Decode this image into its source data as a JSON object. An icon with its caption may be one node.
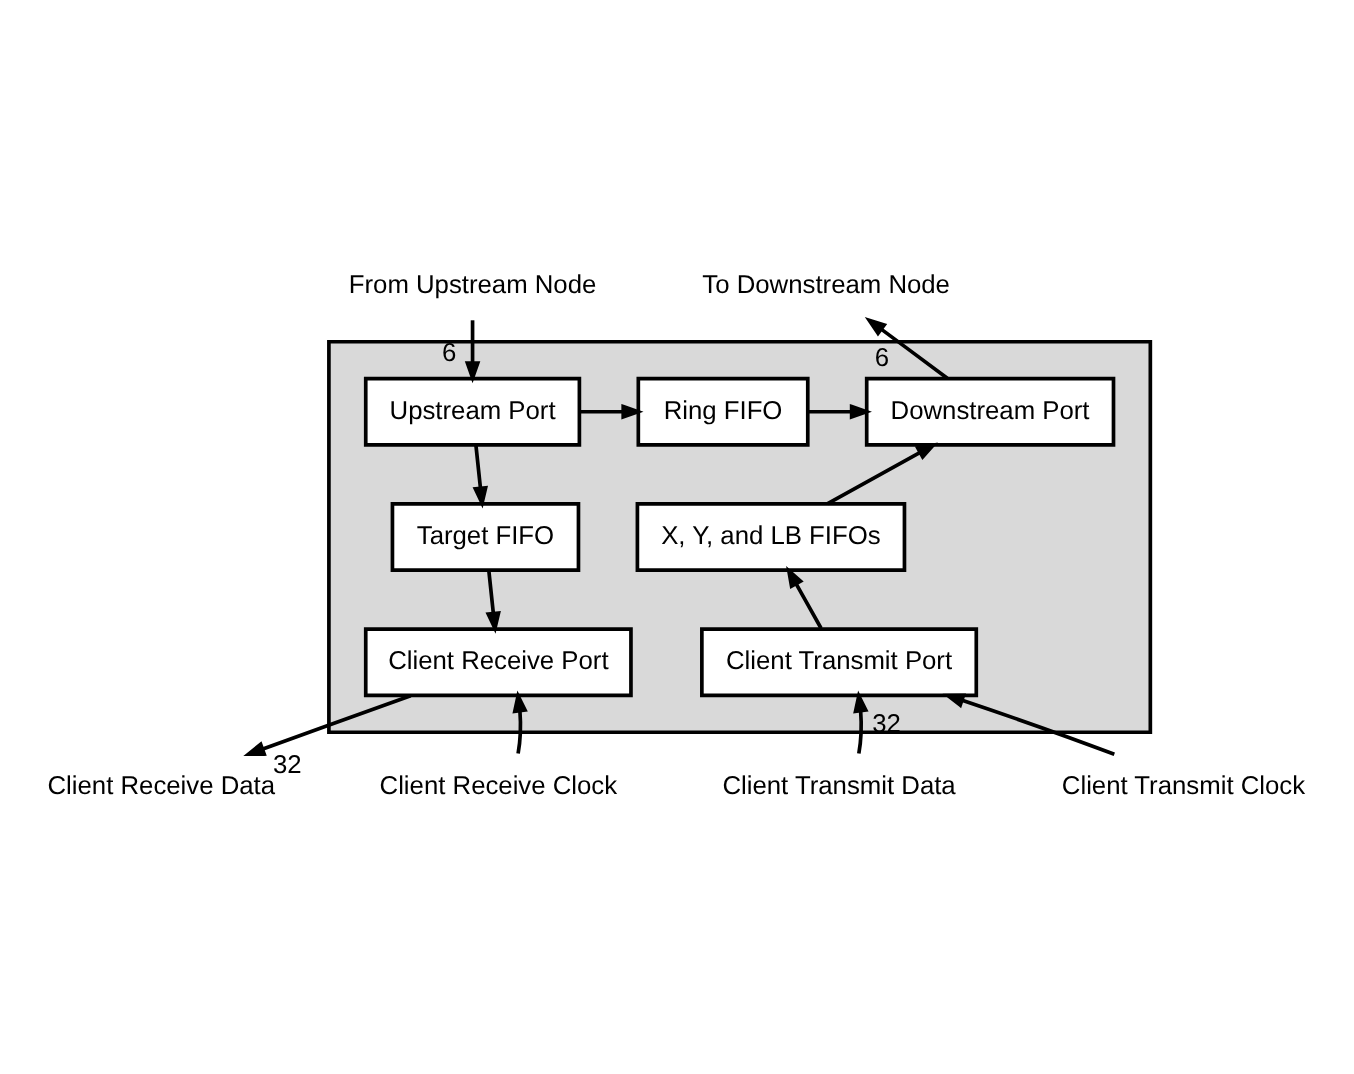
{
  "diagram": {
    "nodes": [
      {
        "text": [],
        "shape": "box"
      },
      {
        "text": [
          "Upstream Port"
        ],
        "in": 0
      },
      {
        "text": [
          "Ring FIFO"
        ],
        "in": 0
      },
      {
        "text": [
          "Downstream Port"
        ],
        "in": 0
      },
      {
        "text": [
          "Target FIFO"
        ],
        "in": 0
      },
      {
        "text": [
          "Client Receive Port"
        ],
        "in": 0
      },
      {
        "text": [
          "X, Y, and LB FIFOs"
        ],
        "in": 0
      },
      {
        "text": [
          "Client Transmit Port"
        ],
        "in": 0
      },
      {
        "text": [
          "From Upstream Node"
        ]
      },
      {
        "text": [
          "To Downstream Node"
        ]
      },
      {
        "text": [
          "Client Receive Data"
        ]
      },
      {
        "text": [
          "Client Receive Clock"
        ]
      },
      {
        "text": [
          "Client Transmit Data"
        ]
      },
      {
        "text": [
          "Client Transmit Clock"
        ]
      }
    ],
    "edges": [
      {
        "from": 8,
        "to": 1,
        "arrow": "to",
        "label": "6"
      },
      {
        "from": 1,
        "to": 2,
        "arrow": "to"
      },
      {
        "from": 2,
        "to": 3,
        "arrow": "to"
      },
      {
        "from": 1,
        "to": 4,
        "arrow": "to"
      },
      {
        "from": 4,
        "to": 5,
        "arrow": "to"
      },
      {
        "from": 5,
        "to": 10,
        "arrow": "to",
        "label": "32"
      },
      {
        "from": 11,
        "to": 5,
        "arrow": "to"
      },
      {
        "from": 3,
        "to": 9,
        "arrow": "to",
        "label": "6"
      },
      {
        "from": 6,
        "to": 3,
        "arrow": "to"
      },
      {
        "from": 7,
        "to": 6,
        "arrow": "to"
      },
      {
        "from": 12,
        "to": 7,
        "arrow": "to",
        "label": "32"
      },
      {
        "from": 13,
        "to": 7,
        "arrow": "to"
      }
    ]
  }
}
